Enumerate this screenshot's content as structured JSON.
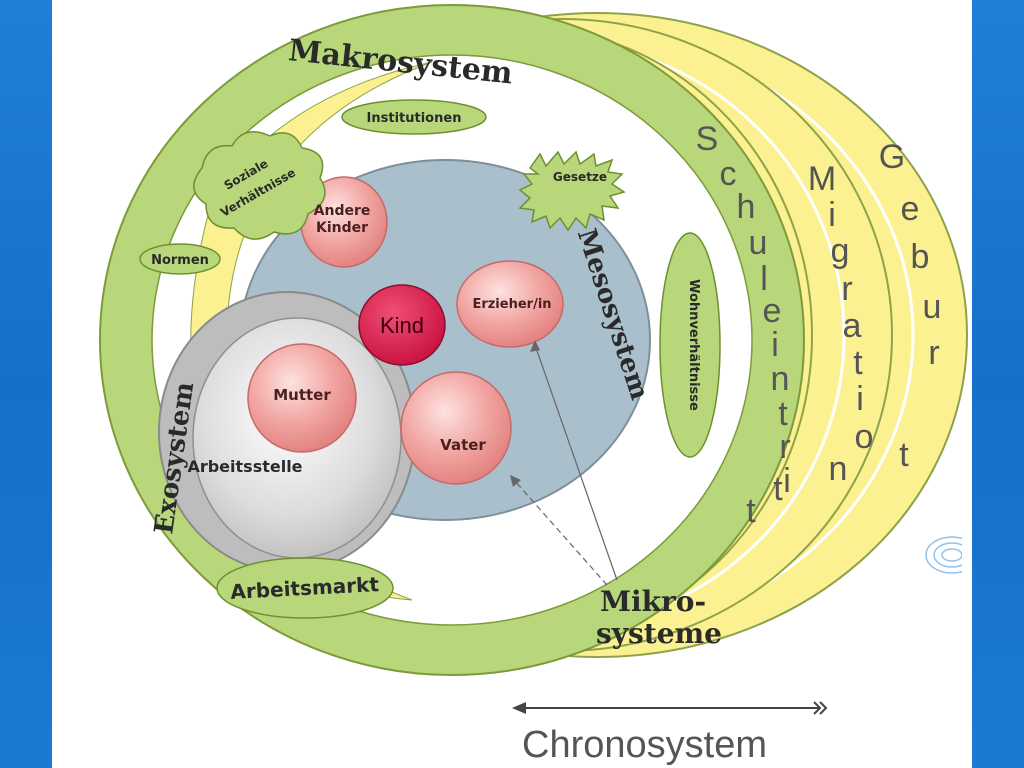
{
  "diagram": {
    "macro_label": "Makrosystem",
    "meso_label": "Mesosystem",
    "exo_label": "Exosystem",
    "micro_label_line1": "Mikro-",
    "micro_label_line2": "systeme",
    "chrono_label": "Chronosystem",
    "child_label": "Kind",
    "micro_nodes": {
      "other_children_line1": "Andere",
      "other_children_line2": "Kinder",
      "educator": "Erzieher/in",
      "mother": "Mutter",
      "father": "Vater"
    },
    "workplace": "Arbeitsstelle",
    "macro_elements": {
      "institutions": "Institutionen",
      "social_line1": "Soziale",
      "social_line2": "Verhältnisse",
      "norms": "Normen",
      "laws": "Gesetze",
      "housing": "Wohnverhältnisse",
      "labor_market": "Arbeitsmarkt"
    },
    "transitions": {
      "school": [
        "S",
        "c",
        "h",
        "u",
        "l",
        "e",
        "i",
        "n",
        "t",
        "r",
        "i",
        "t",
        "t"
      ],
      "migration": [
        "M",
        "i",
        "g",
        "r",
        "a",
        "t",
        "i",
        "o",
        "n"
      ],
      "birth": [
        "G",
        "e",
        "b",
        "u",
        "r",
        "t"
      ]
    },
    "colors": {
      "macro_green": "#b7d77a",
      "transition_yellow": "#fbf191",
      "meso_blue": "#a9bfcb",
      "exo_grey": "#c9c9c9",
      "node_pink": "#ea8a88",
      "child_red": "#d8194a",
      "background_blue": "#1a76cf"
    }
  }
}
